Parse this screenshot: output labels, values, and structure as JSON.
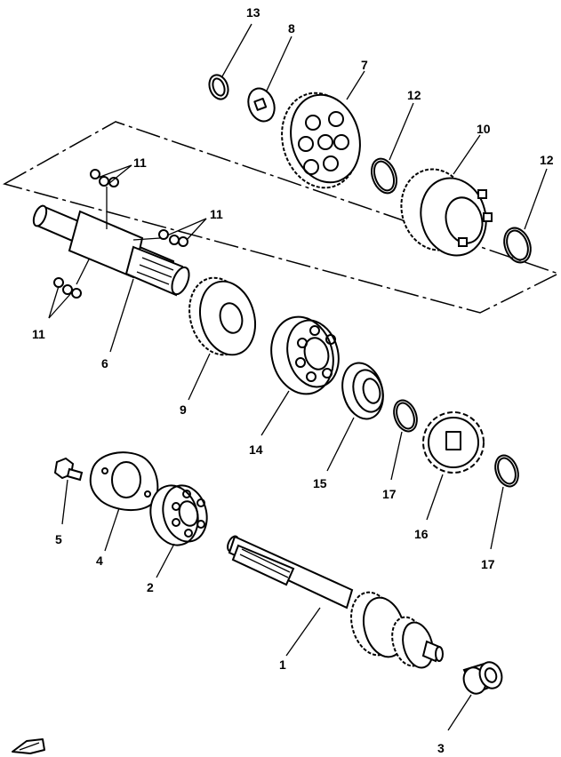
{
  "callouts": {
    "p1": "1",
    "p2": "2",
    "p3": "3",
    "p4": "4",
    "p5": "5",
    "p6": "6",
    "p7": "7",
    "p8": "8",
    "p9": "9",
    "p10": "10",
    "p11a": "11",
    "p11b": "11",
    "p11c": "11",
    "p12a": "12",
    "p12b": "12",
    "p13": "13",
    "p14": "14",
    "p15": "15",
    "p16a": "16",
    "p17a": "17",
    "p17b": "17"
  },
  "colors": {
    "ink": "#000000",
    "paper": "#ffffff"
  }
}
